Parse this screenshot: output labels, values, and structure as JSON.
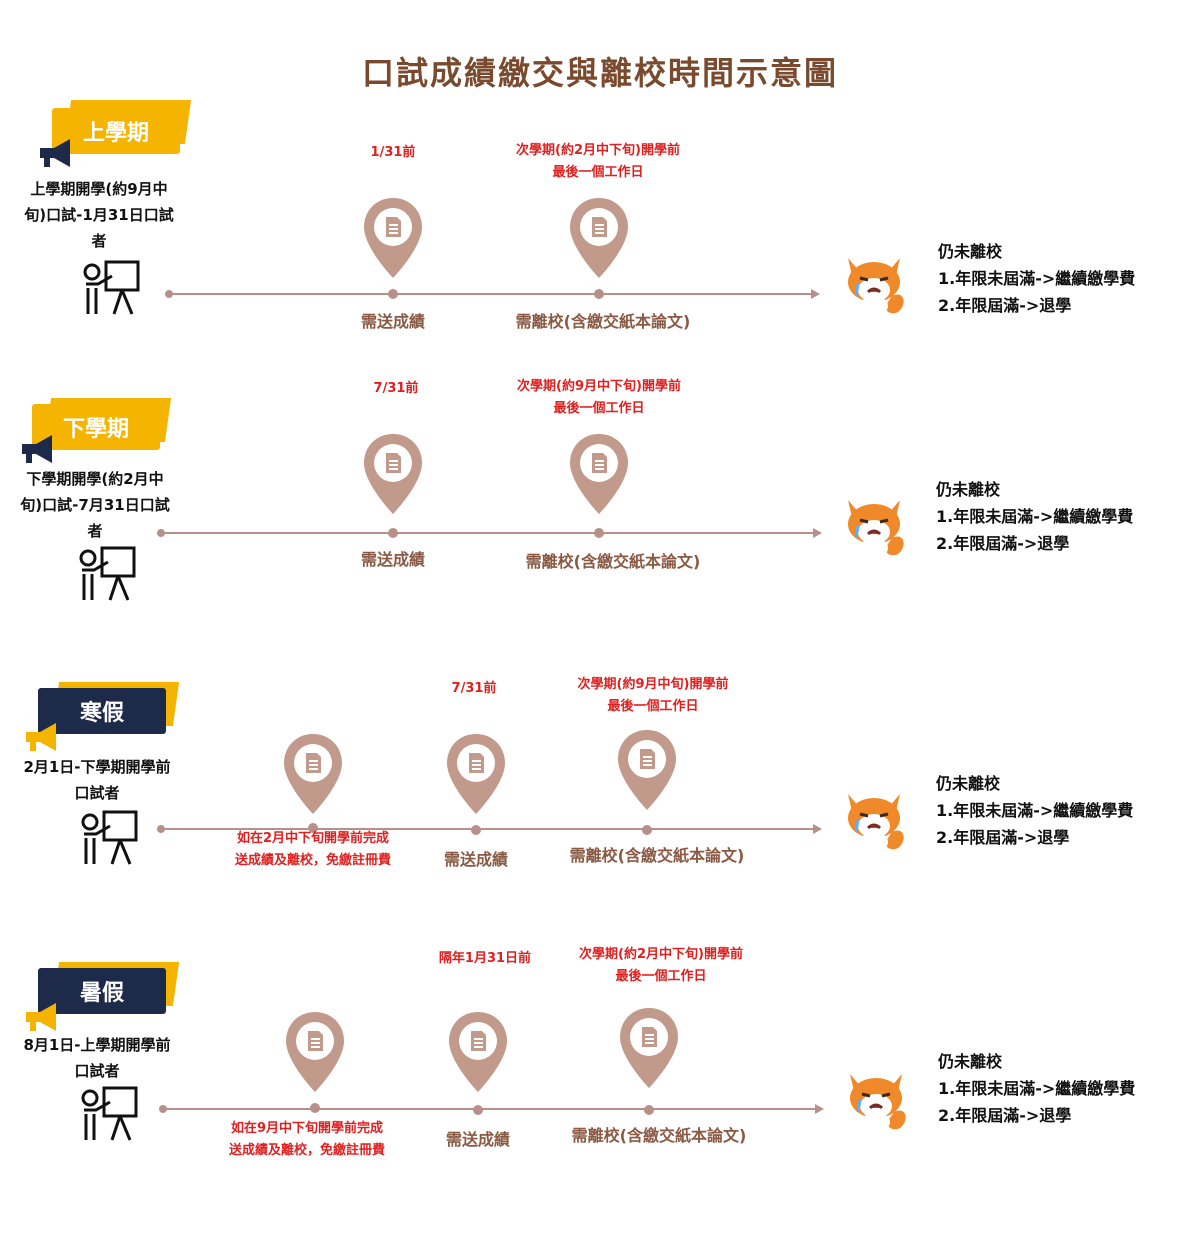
{
  "title": "口試成績繳交與離校時間示意圖",
  "sections": [
    {
      "label": "上學期",
      "who": "上學期開學(約9月中旬)口試-1月31日口試者",
      "pins": [
        {
          "above": "1/31前",
          "below": "需送成績"
        },
        {
          "above": "次學期(約2月中下旬)開學前\n最後一個工作日",
          "below": "需離校(含繳交紙本論文)"
        }
      ],
      "side": {
        "l1": "仍未離校",
        "l2": "1.年限未屆滿->繼續繳學費",
        "l3": "2.年限屆滿->退學"
      }
    },
    {
      "label": "下學期",
      "who": "下學期開學(約2月中旬)口試-7月31日口試者",
      "pins": [
        {
          "above": "7/31前",
          "below": "需送成績"
        },
        {
          "above": "次學期(約9月中下旬)開學前\n最後一個工作日",
          "below": "需離校(含繳交紙本論文)"
        }
      ],
      "side": {
        "l1": "仍未離校",
        "l2": "1.年限未屆滿->繼續繳學費",
        "l3": "2.年限屆滿->退學"
      }
    },
    {
      "label": "寒假",
      "who": "2月1日-下學期開學前口試者",
      "pins": [
        {
          "above": "",
          "below": "如在2月中下旬開學前完成\n送成績及離校，免繳註冊費"
        },
        {
          "above": "7/31前",
          "below": "需送成績"
        },
        {
          "above": "次學期(約9月中旬)開學前\n最後一個工作日",
          "below": "需離校(含繳交紙本論文)"
        }
      ],
      "side": {
        "l1": "仍未離校",
        "l2": "1.年限未屆滿->繼續繳學費",
        "l3": "2.年限屆滿->退學"
      }
    },
    {
      "label": "暑假",
      "who": "8月1日-上學期開學前口試者",
      "pins": [
        {
          "above": "",
          "below": "如在9月中下旬開學前完成\n送成績及離校，免繳註冊費"
        },
        {
          "above": "隔年1月31日前",
          "below": "需送成績"
        },
        {
          "above": "次學期(約2月中下旬)開學前\n最後一個工作日",
          "below": "需離校(含繳交紙本論文)"
        }
      ],
      "side": {
        "l1": "仍未離校",
        "l2": "1.年限未屆滿->繼續繳學費",
        "l3": "2.年限屆滿->退學"
      }
    }
  ],
  "colors": {
    "title": "#7a4a2e",
    "yellow": "#f5b400",
    "navy": "#1e2a4a",
    "pin": "#b8908a",
    "red": "#e02020",
    "label": "#8a5a44"
  },
  "icons": [
    "megaphone-icon",
    "presenter-icon",
    "map-pin-document-icon",
    "crying-fox-icon"
  ]
}
